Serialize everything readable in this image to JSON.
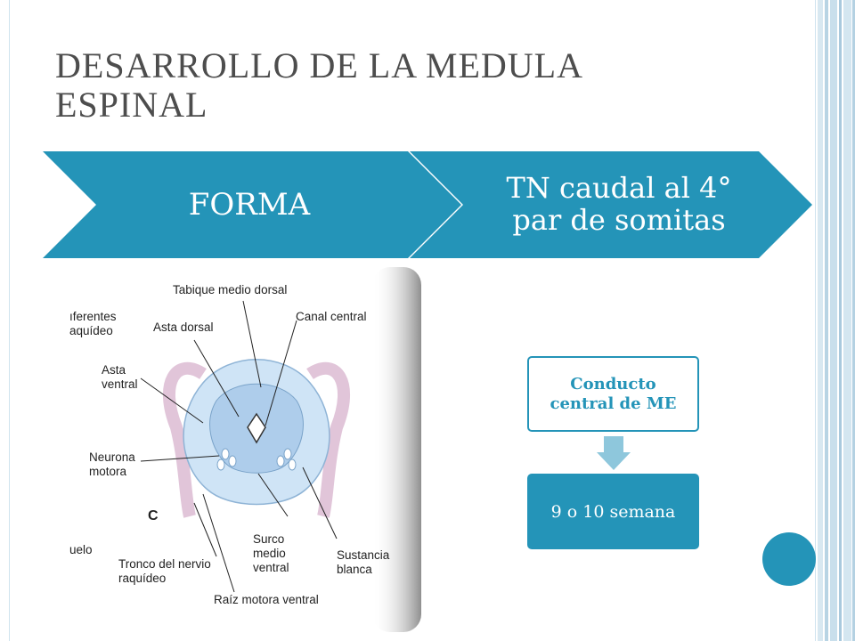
{
  "slide": {
    "title": "DESARROLLO DE LA MEDULA ESPINAL",
    "title_line1": "DESARROLLO DE LA MEDULA",
    "title_line2": "ESPINAL"
  },
  "process": {
    "step1": "FORMA",
    "step2_line1": "TN caudal al 4°",
    "step2_line2": "par de somitas"
  },
  "figure": {
    "labels": {
      "tabique": "Tabique medio dorsal",
      "aferentes_1": "ıferentes",
      "aferentes_2": "aquídeo",
      "asta_dorsal": "Asta dorsal",
      "canal_central": "Canal central",
      "asta_ventral_1": "Asta",
      "asta_ventral_2": "ventral",
      "neurona_1": "Neurona",
      "neurona_2": "motora",
      "c": "C",
      "uelo": "uelo",
      "surco_1": "Surco",
      "surco_2": "medio",
      "surco_3": "ventral",
      "sustancia_1": "Sustancia",
      "sustancia_2": "blanca",
      "tronco_1": "Tronco del nervio",
      "tronco_2": "raquídeo",
      "raiz": "Raíz motora ventral"
    }
  },
  "flow": {
    "box1_line1": "Conducto",
    "box1_line2": "central de ME",
    "box2": "9 o 10 semana"
  },
  "colors": {
    "accent": "#2494b8",
    "title": "#4d4d4d",
    "box_border": "#2494b8",
    "box1_text": "#2494b8",
    "arrow": "#8ec7dc"
  }
}
